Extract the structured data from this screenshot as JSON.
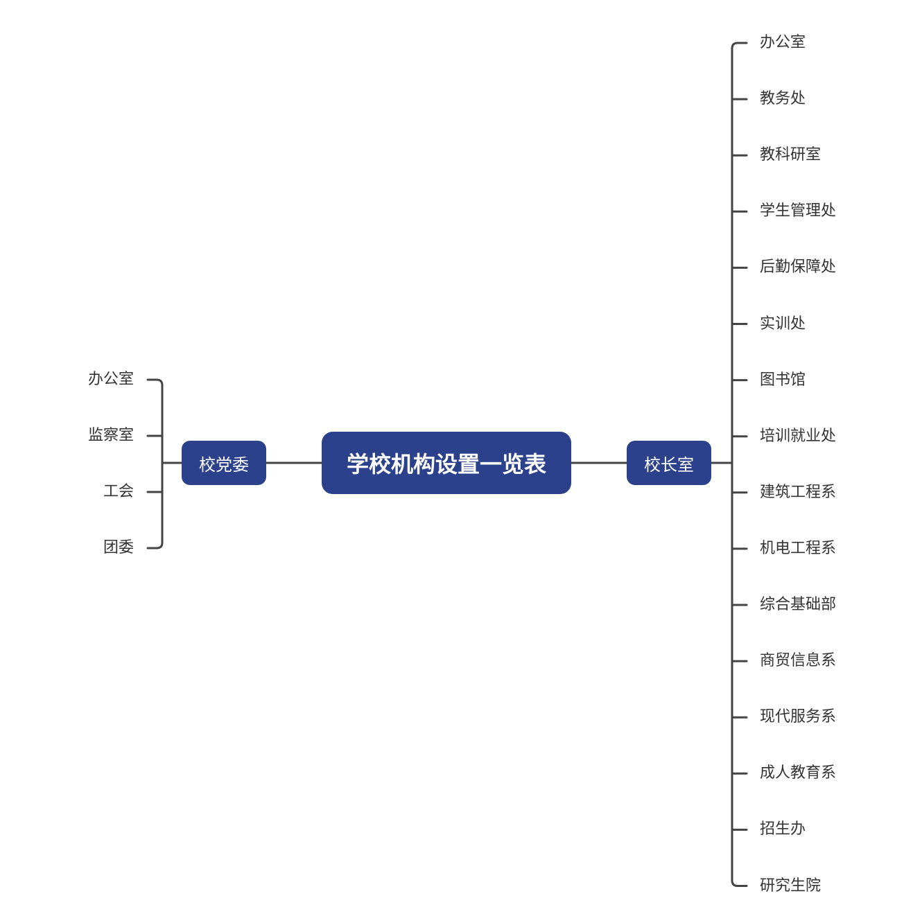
{
  "root": {
    "label": "学校机构设置一览表"
  },
  "colors": {
    "node_fill": "#2b418b",
    "line": "#444444",
    "node_text": "#ffffff",
    "leaf_text": "#333333"
  },
  "left_branch": {
    "label": "校党委",
    "children": [
      "办公室",
      "监察室",
      "工会",
      "团委"
    ]
  },
  "right_branch": {
    "label": "校长室",
    "children": [
      "办公室",
      "教务处",
      "教科研室",
      "学生管理处",
      "后勤保障处",
      "实训处",
      "图书馆",
      "培训就业处",
      "建筑工程系",
      "机电工程系",
      "综合基础部",
      "商贸信息系",
      "现代服务系",
      "成人教育系",
      "招生办",
      "研究生院"
    ]
  }
}
